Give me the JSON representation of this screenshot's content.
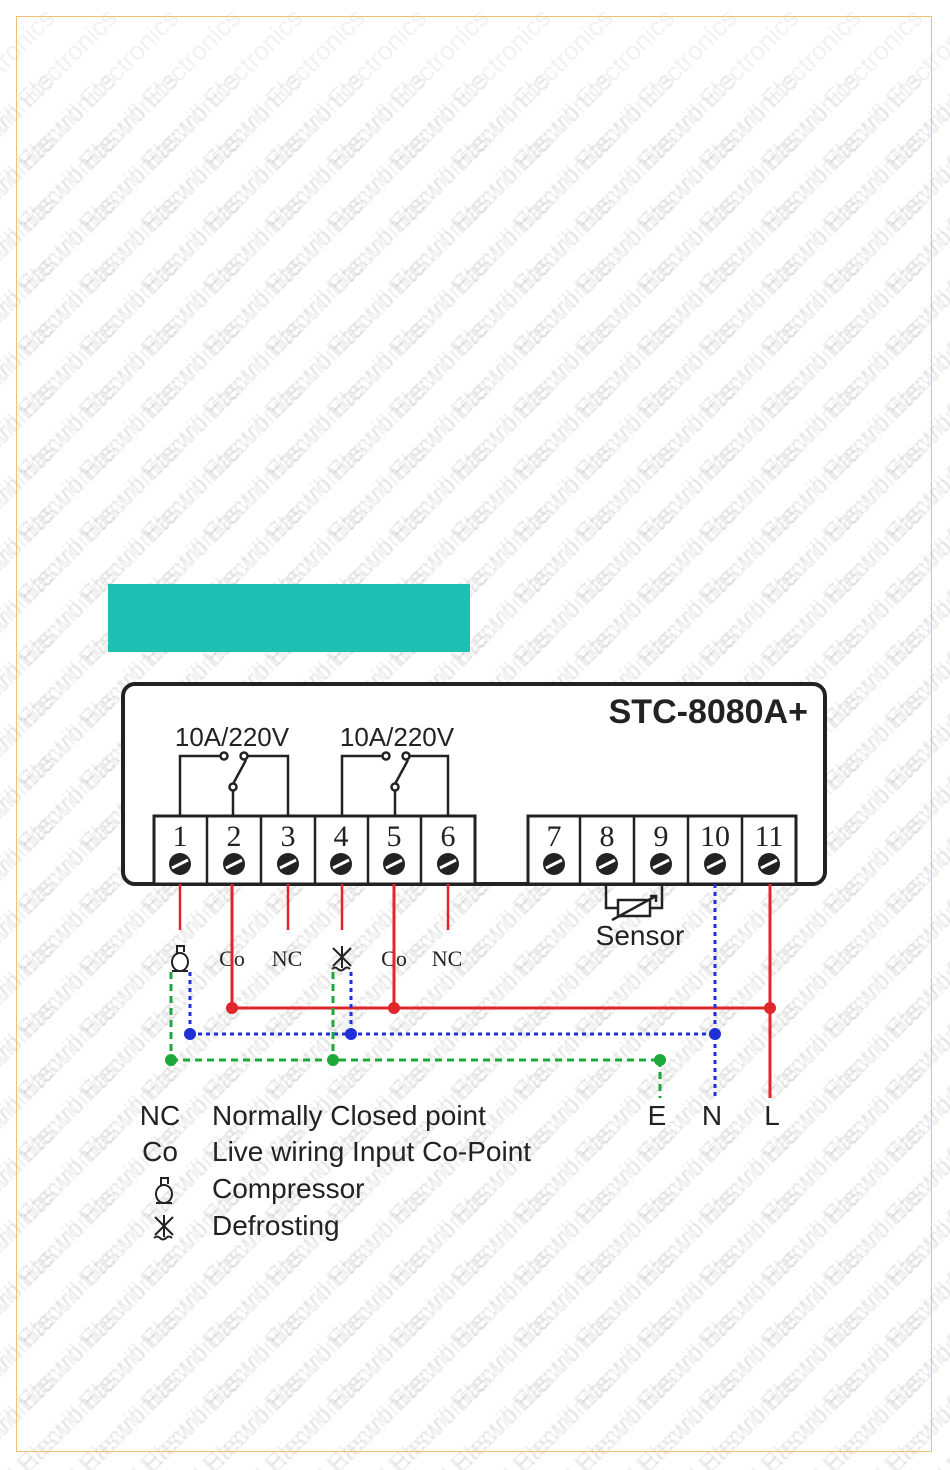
{
  "watermark_text": "Haswill Electronics",
  "colors": {
    "accent_bar": "#1fbfb4",
    "frame_border": "#f0c070",
    "live_wire": "#e0262b",
    "neutral_wire": "#1f31d6",
    "earth_wire": "#1ea83a"
  },
  "diagram": {
    "model": "STC-8080A+",
    "relay_rating_1": "10A/220V",
    "relay_rating_2": "10A/220V",
    "terminals": [
      "1",
      "2",
      "3",
      "4",
      "5",
      "6",
      "7",
      "8",
      "9",
      "10",
      "11"
    ],
    "terminal_labels": {
      "t1": "compressor-icon",
      "t2": "Co",
      "t3": "NC",
      "t4": "defrost-icon",
      "t5": "Co",
      "t6": "NC"
    },
    "sensor_label": "Sensor",
    "supply_labels": {
      "earth": "E",
      "neutral": "N",
      "live": "L"
    }
  },
  "legend": [
    {
      "symbol": "NC",
      "text": "Normally Closed point"
    },
    {
      "symbol": "Co",
      "text": "Live wiring Input Co-Point"
    },
    {
      "symbol": "compressor-icon",
      "text": "Compressor"
    },
    {
      "symbol": "defrost-icon",
      "text": "Defrosting"
    }
  ]
}
